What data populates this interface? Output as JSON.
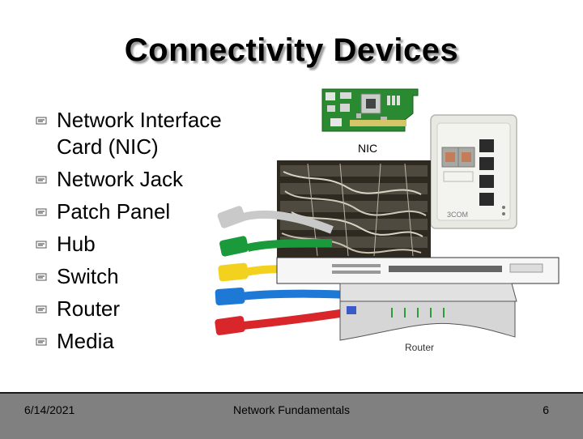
{
  "slide": {
    "title": "Connectivity Devices",
    "bullets": [
      {
        "line1": "Network Interface",
        "line2": "Card (NIC)"
      },
      {
        "line1": "Network Jack"
      },
      {
        "line1": "Patch Panel"
      },
      {
        "line1": "Hub"
      },
      {
        "line1": "Switch"
      },
      {
        "line1": "Router"
      },
      {
        "line1": "Media"
      }
    ],
    "images": {
      "nic_caption": "NIC",
      "jack_brand": "3COM",
      "router_caption": "Router",
      "cable_colors": [
        "#c9c9c9",
        "#1a9a3a",
        "#f2d21e",
        "#1e78d6",
        "#d8262a"
      ]
    }
  },
  "footer": {
    "date": "6/14/2021",
    "center": "Network Fundamentals",
    "page": "6"
  }
}
